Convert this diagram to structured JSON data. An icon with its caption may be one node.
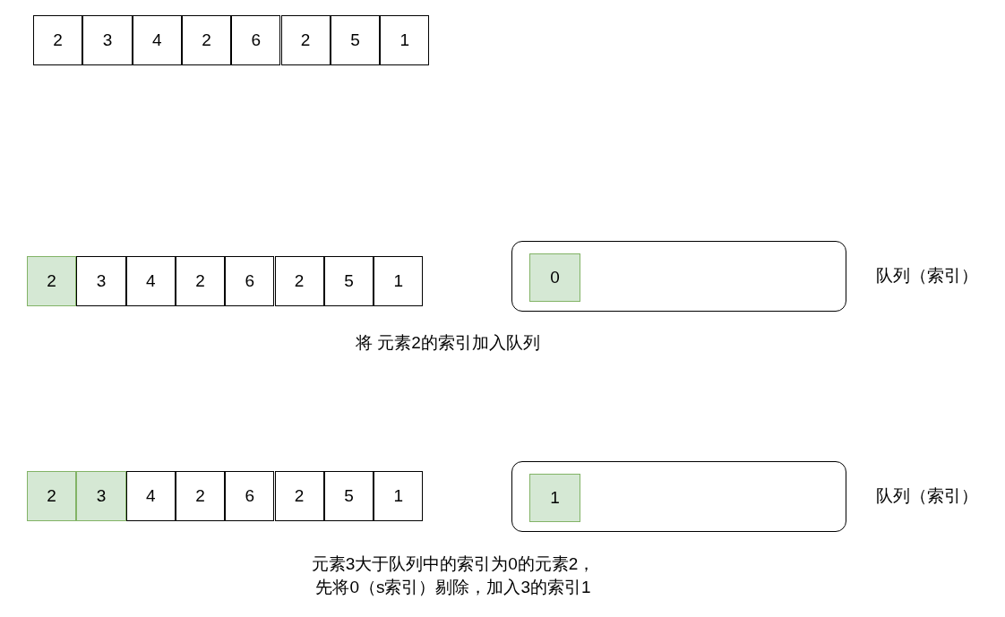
{
  "diagram": {
    "nodes": [
      {
        "text": [
          "2"
        ]
      },
      {
        "text": [
          "3"
        ]
      },
      {
        "text": [
          "4"
        ]
      },
      {
        "text": [
          "2"
        ]
      },
      {
        "text": [
          "6"
        ]
      },
      {
        "text": [
          "2"
        ]
      },
      {
        "text": [
          "5"
        ]
      },
      {
        "text": [
          "1"
        ]
      },
      {
        "text": [
          "2"
        ]
      },
      {
        "text": [
          "3"
        ]
      },
      {
        "text": [
          "4"
        ]
      },
      {
        "text": [
          "2"
        ]
      },
      {
        "text": [
          "6"
        ]
      },
      {
        "text": [
          "2"
        ]
      },
      {
        "text": [
          "5"
        ]
      },
      {
        "text": [
          "1"
        ]
      },
      {
        "text": [],
        "shape": "box",
        "beside": [
          "队列（索引）"
        ]
      },
      {
        "text": [
          "0"
        ],
        "in": 16
      },
      {
        "text": [
          "2"
        ]
      },
      {
        "text": [
          "3"
        ]
      },
      {
        "text": [
          "4"
        ]
      },
      {
        "text": [
          "2"
        ]
      },
      {
        "text": [
          "6"
        ]
      },
      {
        "text": [
          "2"
        ]
      },
      {
        "text": [
          "5"
        ]
      },
      {
        "text": [
          "1"
        ]
      },
      {
        "text": [],
        "shape": "box",
        "beside": [
          "队列（索引）"
        ]
      },
      {
        "text": [
          "1"
        ],
        "in": 26
      }
    ],
    "edges": [],
    "labels": [
      "将 元素2的索引加入队列",
      "元素3大于队列中的索引为0的元素2，先将0（s索引）剔除，加入3的索引1"
    ]
  }
}
